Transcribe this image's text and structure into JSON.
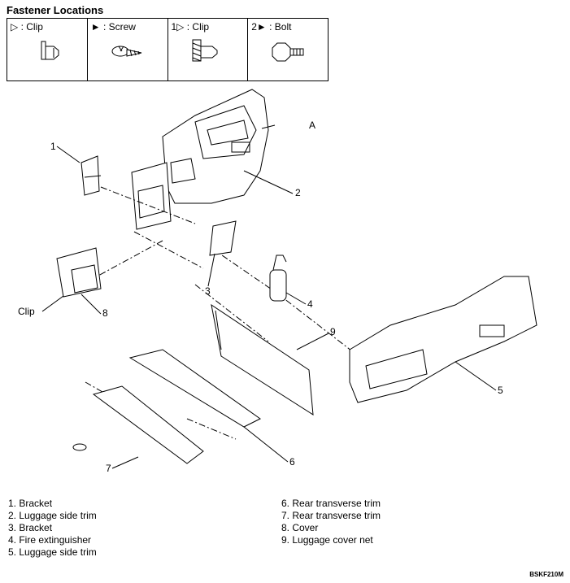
{
  "title": "Fastener Locations",
  "legend": [
    {
      "label": "▷ : Clip"
    },
    {
      "label": "► : Screw"
    },
    {
      "label": "1▷ : Clip"
    },
    {
      "label": "2► : Bolt"
    }
  ],
  "callouts": {
    "a": "A",
    "n1": "1",
    "n2": "2",
    "n3": "3",
    "n4": "4",
    "n5": "5",
    "n6": "6",
    "n7": "7",
    "n8": "8",
    "n9": "9",
    "clip": "Clip"
  },
  "parts_left": [
    "1. Bracket",
    "2. Luggage side trim",
    "3. Bracket",
    "4. Fire extinguisher",
    "5. Luggage side trim"
  ],
  "parts_right": [
    "6. Rear transverse trim",
    "7. Rear transverse trim",
    "8. Cover",
    "9. Luggage cover net"
  ],
  "code": "BSKF210M"
}
